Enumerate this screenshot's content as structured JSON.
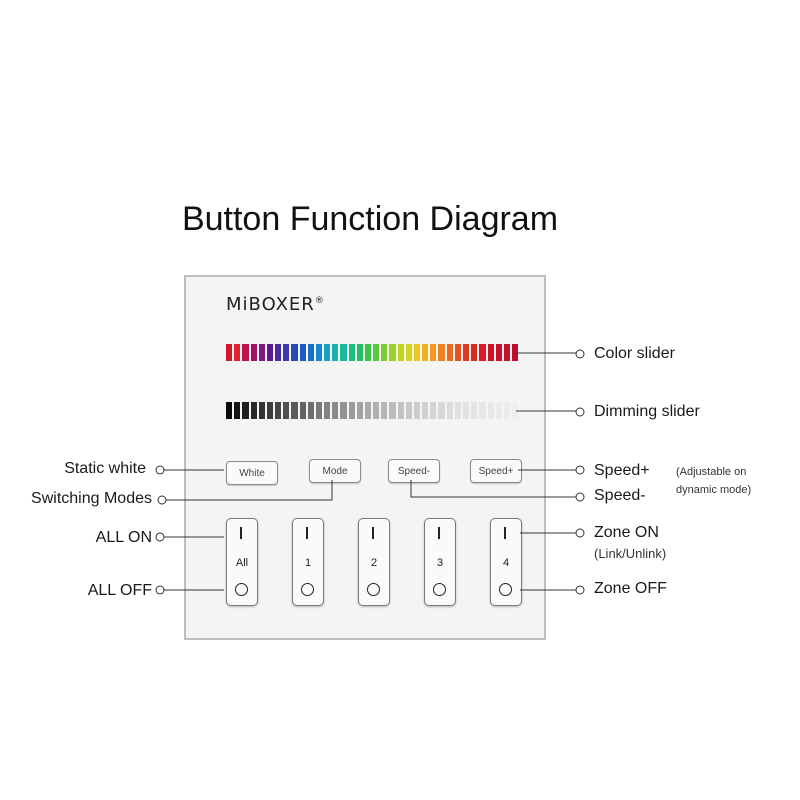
{
  "title": "Button Function Diagram",
  "brand": {
    "name": "MiBOXER",
    "reg": "®"
  },
  "buttons": {
    "white": "White",
    "mode": "Mode",
    "speed_minus": "Speed-",
    "speed_plus": "Speed+"
  },
  "zones": [
    "All",
    "1",
    "2",
    "3",
    "4"
  ],
  "labels": {
    "color_slider": "Color slider",
    "dimming_slider": "Dimming slider",
    "static_white": "Static white",
    "switching_modes": "Switching Modes",
    "speed_plus": "Speed+",
    "speed_minus": "Speed-",
    "adjustable_1": "(Adjustable on",
    "adjustable_2": "dynamic mode)",
    "all_on": "ALL ON",
    "all_off": "ALL OFF",
    "zone_on": "Zone ON",
    "link_unlink": "(Link/Unlink)",
    "zone_off": "Zone OFF"
  },
  "colors": {
    "color_slider": [
      "#d4142a",
      "#e0222a",
      "#c01050",
      "#a0106a",
      "#7a1a80",
      "#5a1a92",
      "#4a2aa0",
      "#3a3aaa",
      "#2a4ab2",
      "#1a5cc0",
      "#1a70c8",
      "#1a88c8",
      "#1aa0c0",
      "#1ab0b0",
      "#1ab89a",
      "#1abc80",
      "#22c060",
      "#3ac448",
      "#5ac83a",
      "#80cc30",
      "#a0d028",
      "#c0d420",
      "#d8d420",
      "#e8c820",
      "#f0b020",
      "#f09a20",
      "#ec8220",
      "#e86a20",
      "#e45220",
      "#e03a20",
      "#dc2a22",
      "#d81c24",
      "#d01426",
      "#c81028",
      "#c40e2a",
      "#c00c2c"
    ],
    "dimming_slider": [
      "#0a0a0a",
      "#141414",
      "#1e1e1e",
      "#282828",
      "#323232",
      "#3c3c3c",
      "#464646",
      "#505050",
      "#5a5a5a",
      "#646464",
      "#6e6e6e",
      "#787878",
      "#828282",
      "#8a8a8a",
      "#929292",
      "#9a9a9a",
      "#a2a2a2",
      "#aaaaaa",
      "#b0b0b0",
      "#b6b6b6",
      "#bcbcbc",
      "#c2c2c2",
      "#c8c8c8",
      "#cccccc",
      "#d0d0d0",
      "#d4d4d4",
      "#d8d8d8",
      "#dcdcdc",
      "#e0e0e0",
      "#e2e2e2",
      "#e4e4e4",
      "#e6e6e6",
      "#e8e8e8",
      "#eaeaea",
      "#ececec",
      "#eeeeee"
    ],
    "line": "#333333"
  }
}
